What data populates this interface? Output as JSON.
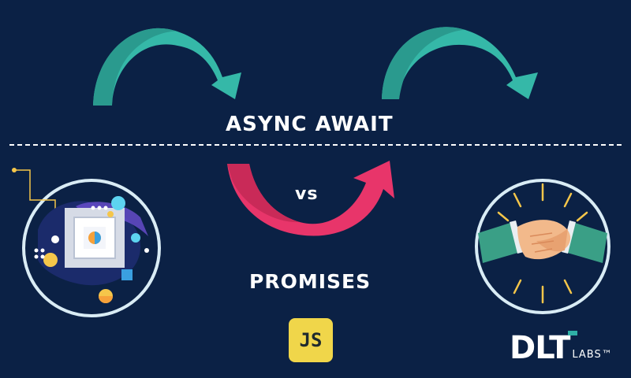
{
  "headings": {
    "top": "ASYNC AWAIT",
    "middle": "vs",
    "bottom": "PROMISES"
  },
  "badge": {
    "text": "JS"
  },
  "brand": {
    "main": "DLT",
    "sub": "LABS™"
  },
  "icons": {
    "left_illustration": "processor-chip-icon",
    "right_illustration": "handshake-icon",
    "arrows": [
      "teal-curved-arrow",
      "teal-curved-arrow",
      "pink-curved-arrow"
    ]
  },
  "colors": {
    "background": "#0b2145",
    "teal_arrow": "#35b8a8",
    "pink_arrow": "#e8356a",
    "badge": "#f0d64a",
    "circle_outline": "#d9ecf5"
  }
}
